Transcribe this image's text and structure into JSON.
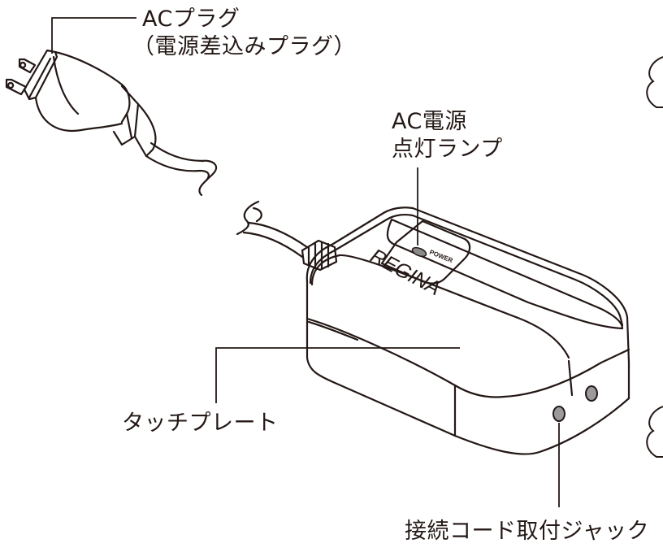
{
  "labels": {
    "ac_plug": "ACプラグ",
    "ac_plug_note": "（電源差込みプラグ）",
    "power_lamp_line1": "AC電源",
    "power_lamp_line2": "点灯ランプ",
    "touch_plate": "タッチプレート",
    "jack": "接続コード取付ジャック"
  },
  "device": {
    "brand": "REGINA",
    "lamp_label": "POWER"
  },
  "colors": {
    "line": "#231815",
    "lamp_fill": "#8a8a8a",
    "jack_fill": "#9a9a9a"
  }
}
